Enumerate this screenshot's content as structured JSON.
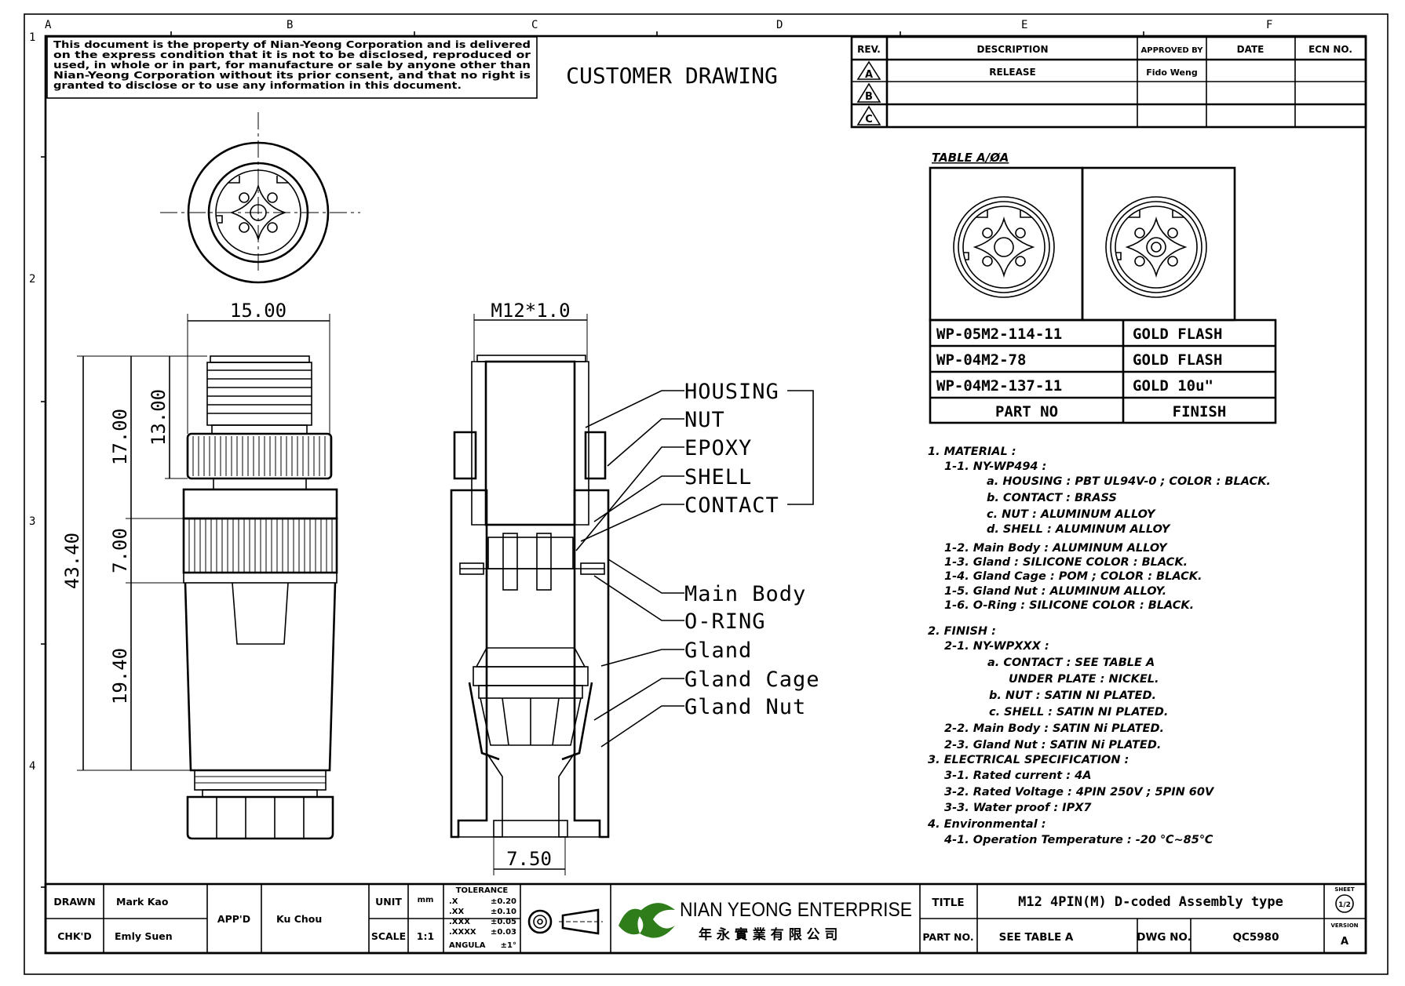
{
  "zones": {
    "columns": [
      "A",
      "B",
      "C",
      "D",
      "E",
      "F"
    ],
    "rows": [
      "1",
      "2",
      "3",
      "4"
    ]
  },
  "notice": {
    "lines": [
      "This document is the property of Nian-Yeong Corporation and is delivered",
      "on  the  express condition that it is not to be disclosed, reproduced or",
      "used, in whole or in part, for manufacture or sale by anyone other than",
      "Nian-Yeong Corporation without  its prior consent, and that  no right  is",
      "granted to disclose or to use any information in this  document."
    ]
  },
  "drawing_title": "CUSTOMER  DRAWING",
  "revision_table": {
    "headers": [
      "REV.",
      "DESCRIPTION",
      "APPROVED BY",
      "DATE",
      "ECN NO."
    ],
    "rows": [
      {
        "rev": "A",
        "description": "RELEASE",
        "approved_by": "Fido Weng",
        "date": "",
        "ecn": ""
      },
      {
        "rev": "B",
        "description": "",
        "approved_by": "",
        "date": "",
        "ecn": ""
      },
      {
        "rev": "C",
        "description": "",
        "approved_by": "",
        "date": "",
        "ecn": ""
      }
    ]
  },
  "dimensions": {
    "width": "15.00",
    "overall_length": "43.40",
    "upper_length": "17.00",
    "thread_length": "13.00",
    "knurl_length": "7.00",
    "lower_length": "19.40",
    "thread_spec": "M12*1.0",
    "cable_bore": "7.50"
  },
  "callouts": [
    "HOUSING",
    "NUT",
    "EPOXY",
    "SHELL",
    "CONTACT",
    "Main  Body",
    "O-RING",
    "Gland",
    "Gland  Cage",
    "Gland  Nut"
  ],
  "table_a": {
    "title": "TABLE A/ØA",
    "rows": [
      {
        "part_no": "WP-05M2-114-11",
        "finish": "GOLD  FLASH"
      },
      {
        "part_no": "WP-04M2-78",
        "finish": "GOLD  FLASH"
      },
      {
        "part_no": "WP-04M2-137-11",
        "finish": "GOLD  10u\""
      }
    ],
    "headers": {
      "part_no": "PART  NO",
      "finish": "FINISH"
    }
  },
  "notes": [
    "1.  MATERIAL  :",
    "1-1.  NY-WP494  :",
    "a.  HOUSING  :  PBT  UL94V-0  ;  COLOR  :  BLACK.",
    "b.  CONTACT  :  BRASS",
    "c.  NUT  :  ALUMINUM  ALLOY",
    "d.  SHELL  :  ALUMINUM  ALLOY",
    "1-2.  Main  Body  :  ALUMINUM  ALLOY",
    "1-3.  Gland  :  SILICONE  COLOR  :  BLACK.",
    "1-4.  Gland  Cage  :  POM  ;  COLOR  :  BLACK.",
    "1-5.  Gland  Nut  :  ALUMINUM  ALLOY.",
    "1-6.  O-Ring  :  SILICONE  COLOR  :  BLACK.",
    "2.  FINISH  :",
    "2-1.  NY-WPXXX  :",
    "a.  CONTACT  :  SEE  TABLE  A",
    "UNDER  PLATE  :  NICKEL.",
    "b.  NUT  :  SATIN  NI  PLATED.",
    "c.  SHELL  :  SATIN  NI  PLATED.",
    "2-2.  Main  Body  :  SATIN  Ni  PLATED.",
    "2-3.  Gland  Nut  :  SATIN  Ni  PLATED.",
    "3.  ELECTRICAL  SPECIFICATION  :",
    "3-1.  Rated  current  :  4A",
    "3-2.  Rated  Voltage  :  4PIN  250V  ;  5PIN  60V",
    "3-3.  Water  proof  :  IPX7",
    "4.  Environmental  :",
    "4-1.  Operation  Temperature  :  -20  ℃~85℃"
  ],
  "title_block": {
    "drawn_label": "DRAWN",
    "drawn_value": "Mark Kao",
    "checked_label": "CHK'D",
    "checked_value": "Emly Suen",
    "approved_label": "APP'D",
    "approved_value": "Ku Chou",
    "unit_label": "UNIT",
    "unit_value": "mm",
    "scale_label": "SCALE",
    "scale_value": "1:1",
    "tolerance": {
      "title": "TOLERANCE",
      "rows": [
        [
          ".X",
          "±0.20"
        ],
        [
          ".XX",
          "±0.10"
        ],
        [
          ".XXX",
          "±0.05"
        ],
        [
          ".XXXX",
          "±0.03"
        ],
        [
          "ANGULA",
          "±1°"
        ]
      ]
    },
    "company_name": "NIAN YEONG ENTERPRISE",
    "company_name_cn": "年 永 實 業 有 限 公 司",
    "title_label": "TITLE",
    "title_value": "M12  4PIN(M)   D-coded  Assembly  type",
    "part_no_label": "PART NO.",
    "part_no_value": "SEE  TABLE  A",
    "dwg_no_label": "DWG NO.",
    "dwg_no_value": "QC5980",
    "sheet_label": "SHEET",
    "sheet_value": "1/2",
    "version_label": "VERSION",
    "version_value": "A"
  },
  "colors": {
    "ink": "#000000",
    "logo_green": "#2e7d1a",
    "paper": "#ffffff"
  }
}
